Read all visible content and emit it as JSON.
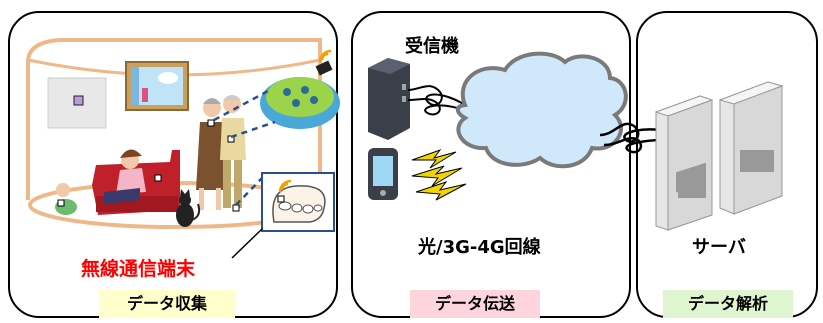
{
  "panels": {
    "collect": {
      "badge": "データ収集",
      "badge_color": "#ffffcc"
    },
    "transfer": {
      "badge": "データ伝送",
      "badge_color": "#ffd5dd"
    },
    "analyze": {
      "badge": "データ解析",
      "badge_color": "#dff5d0"
    }
  },
  "labels": {
    "wireless_terminal": "無線通信端末",
    "receiver": "受信機",
    "line": "光/3G-4G回線",
    "server": "サーバ"
  },
  "colors": {
    "wireless_terminal_text": "#ff0000",
    "room_outline": "#f0b888",
    "cloud_fill": "#cfe9fb",
    "dashed_link": "#2a4f8c"
  },
  "icons": [
    "lightning-icon",
    "wifi-signal-icon",
    "cloud-icon",
    "server-icon",
    "router-icon",
    "smartphone-icon",
    "sensor-device-icon",
    "elderly-couple-icon",
    "woman-on-sofa-icon",
    "baby-icon",
    "cat-icon",
    "foot-sensor-icon",
    "window-icon",
    "wall-sensor-icon"
  ]
}
